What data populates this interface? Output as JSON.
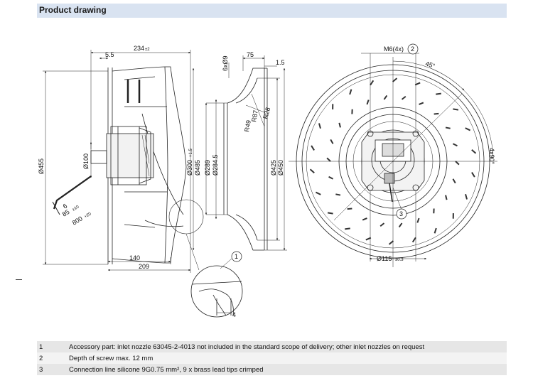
{
  "header": {
    "title": "Product drawing"
  },
  "dimensions": {
    "overall_length": "234",
    "overall_length_tol": "±2",
    "offset_5_5": "5.5",
    "dia_455": "Ø455",
    "dia_100": "Ø100",
    "cable_6": "6",
    "cable_85": "85",
    "cable_85_tol": "±10",
    "cable_800": "800",
    "cable_800_tol": "+20",
    "len_140": "140",
    "len_209": "209",
    "dia_300": "Ø300",
    "dia_300_tol": "+1.5",
    "dia_485": "Ø485",
    "dia_289": "Ø289",
    "dia_284_5": "Ø284.5",
    "holes_6x9": "6xØ9",
    "width_75": "75",
    "thick_1_5": "1.5",
    "radius_28": "R28",
    "radius_87": "R87",
    "radius_49": "R49",
    "dia_425": "Ø425",
    "dia_450": "Ø450",
    "thread_m6": "M6(4x)",
    "angle_45": "45°",
    "angle_4x90": "4x90°",
    "dia_115": "Ø115",
    "dia_115_tol": "±0.3",
    "detail_4": "4"
  },
  "callouts": {
    "c1": "1",
    "c2": "2",
    "c3": "3"
  },
  "notes": [
    {
      "num": "1",
      "text": "Accessory part: inlet nozzle 63045-2-4013 not included in the standard scope of delivery; other inlet nozzles on request"
    },
    {
      "num": "2",
      "text": "Depth of screw max. 12 mm"
    },
    {
      "num": "3",
      "text": "Connection line silicone 9G0.75 mm², 9 x brass lead tips crimped"
    }
  ]
}
